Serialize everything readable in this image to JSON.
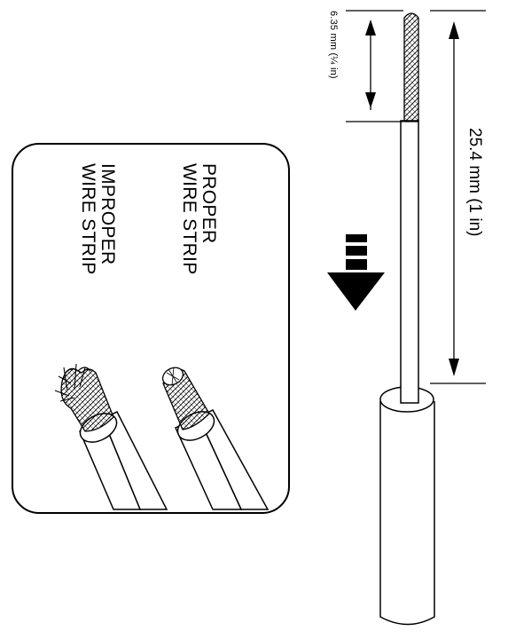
{
  "dimensions": {
    "stripped_length": "6.35 mm (¼ in)",
    "total_length": "25.4 mm (1 in)"
  },
  "legend": {
    "proper": {
      "line1": "PROPER",
      "line2": "WIRE STRIP"
    },
    "improper": {
      "line1": "IMPROPER",
      "line2": "WIRE STRIP"
    }
  },
  "icons": [
    "down-arrow-icon",
    "dimension-arrow-icon"
  ],
  "colors": {
    "line": "#000000",
    "background": "#ffffff"
  }
}
